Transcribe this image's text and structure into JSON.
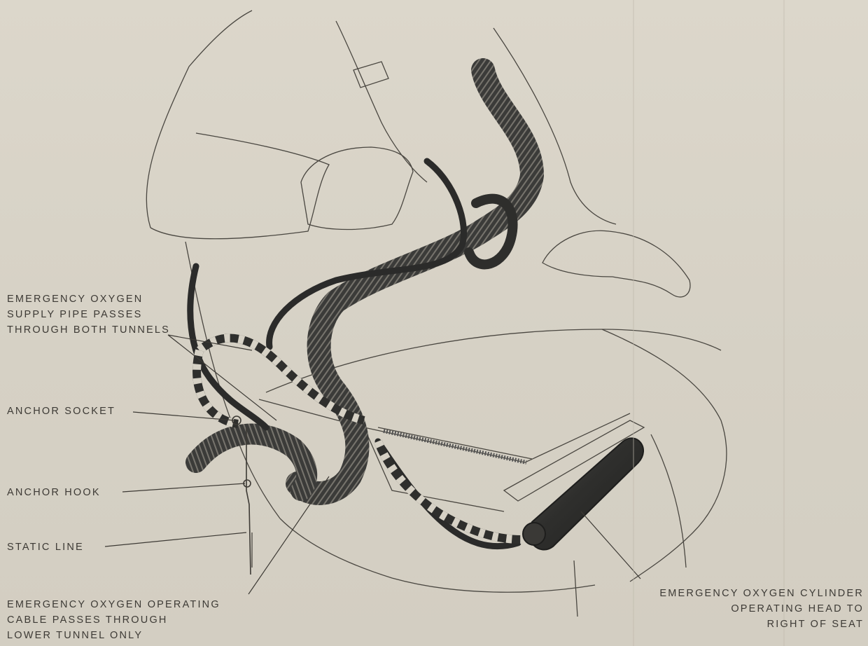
{
  "labels": {
    "supply_pipe": [
      "EMERGENCY  OXYGEN",
      "SUPPLY  PIPE  PASSES",
      "THROUGH  BOTH  TUNNELS"
    ],
    "anchor_socket": "ANCHOR  SOCKET",
    "anchor_hook": "ANCHOR  HOOK",
    "static_line": "STATIC  LINE",
    "operating_cable": [
      "EMERGENCY  OXYGEN  OPERATING",
      "CABLE  PASSES  THROUGH",
      "LOWER  TUNNEL  ONLY"
    ],
    "cylinder": [
      "EMERGENCY  OXYGEN  CYLINDER",
      "OPERATING  HEAD  TO",
      "RIGHT  OF  SEAT"
    ]
  },
  "colors": {
    "paper": "#d9d4c8",
    "ink": "#3d3a35",
    "hose": "#3a3a38",
    "hose_rib": "#6e6c66",
    "cylinder": "#2f2f2d"
  }
}
